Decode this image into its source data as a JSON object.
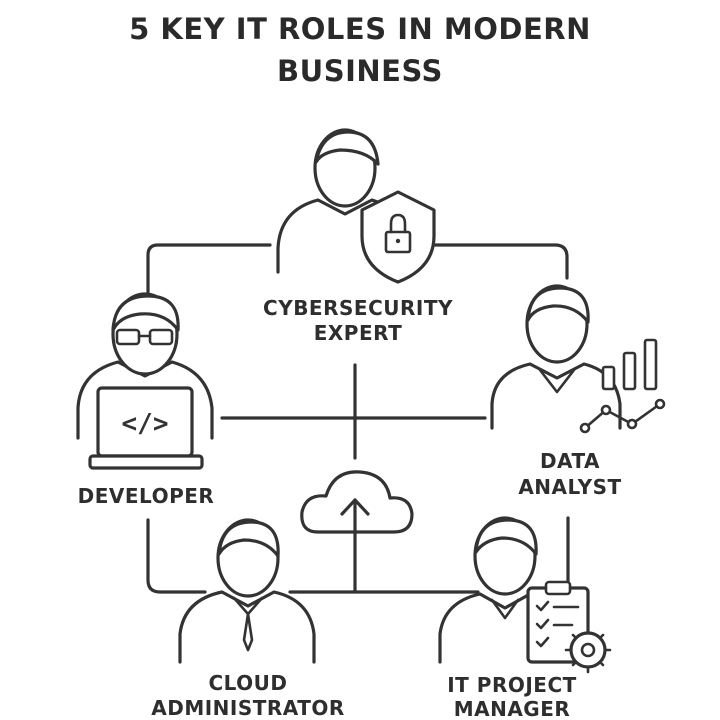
{
  "title": {
    "line1": "5 KEY IT ROLES IN MODERN",
    "line2": "BUSINESS"
  },
  "roles": {
    "cybersecurity": {
      "line1": "CYBERSECURITY",
      "line2": "EXPERT",
      "icon": "shield-lock-icon"
    },
    "data_analyst": {
      "line1": "DATA",
      "line2": "ANALYST",
      "icon": "bar-chart-icon"
    },
    "developer": {
      "line1": "DEVELOPER",
      "icon": "laptop-code-icon",
      "code_glyph": "</>"
    },
    "cloud_admin": {
      "line1": "CLOUD",
      "line2": "ADMINISTRATOR",
      "icon": "cloud-upload-icon"
    },
    "project_manager": {
      "line1": "IT PROJECT",
      "line2": "MANAGER",
      "icon": "clipboard-gear-icon"
    }
  },
  "colors": {
    "stroke": "#333333",
    "text": "#2e2e2e",
    "background": "#ffffff"
  }
}
